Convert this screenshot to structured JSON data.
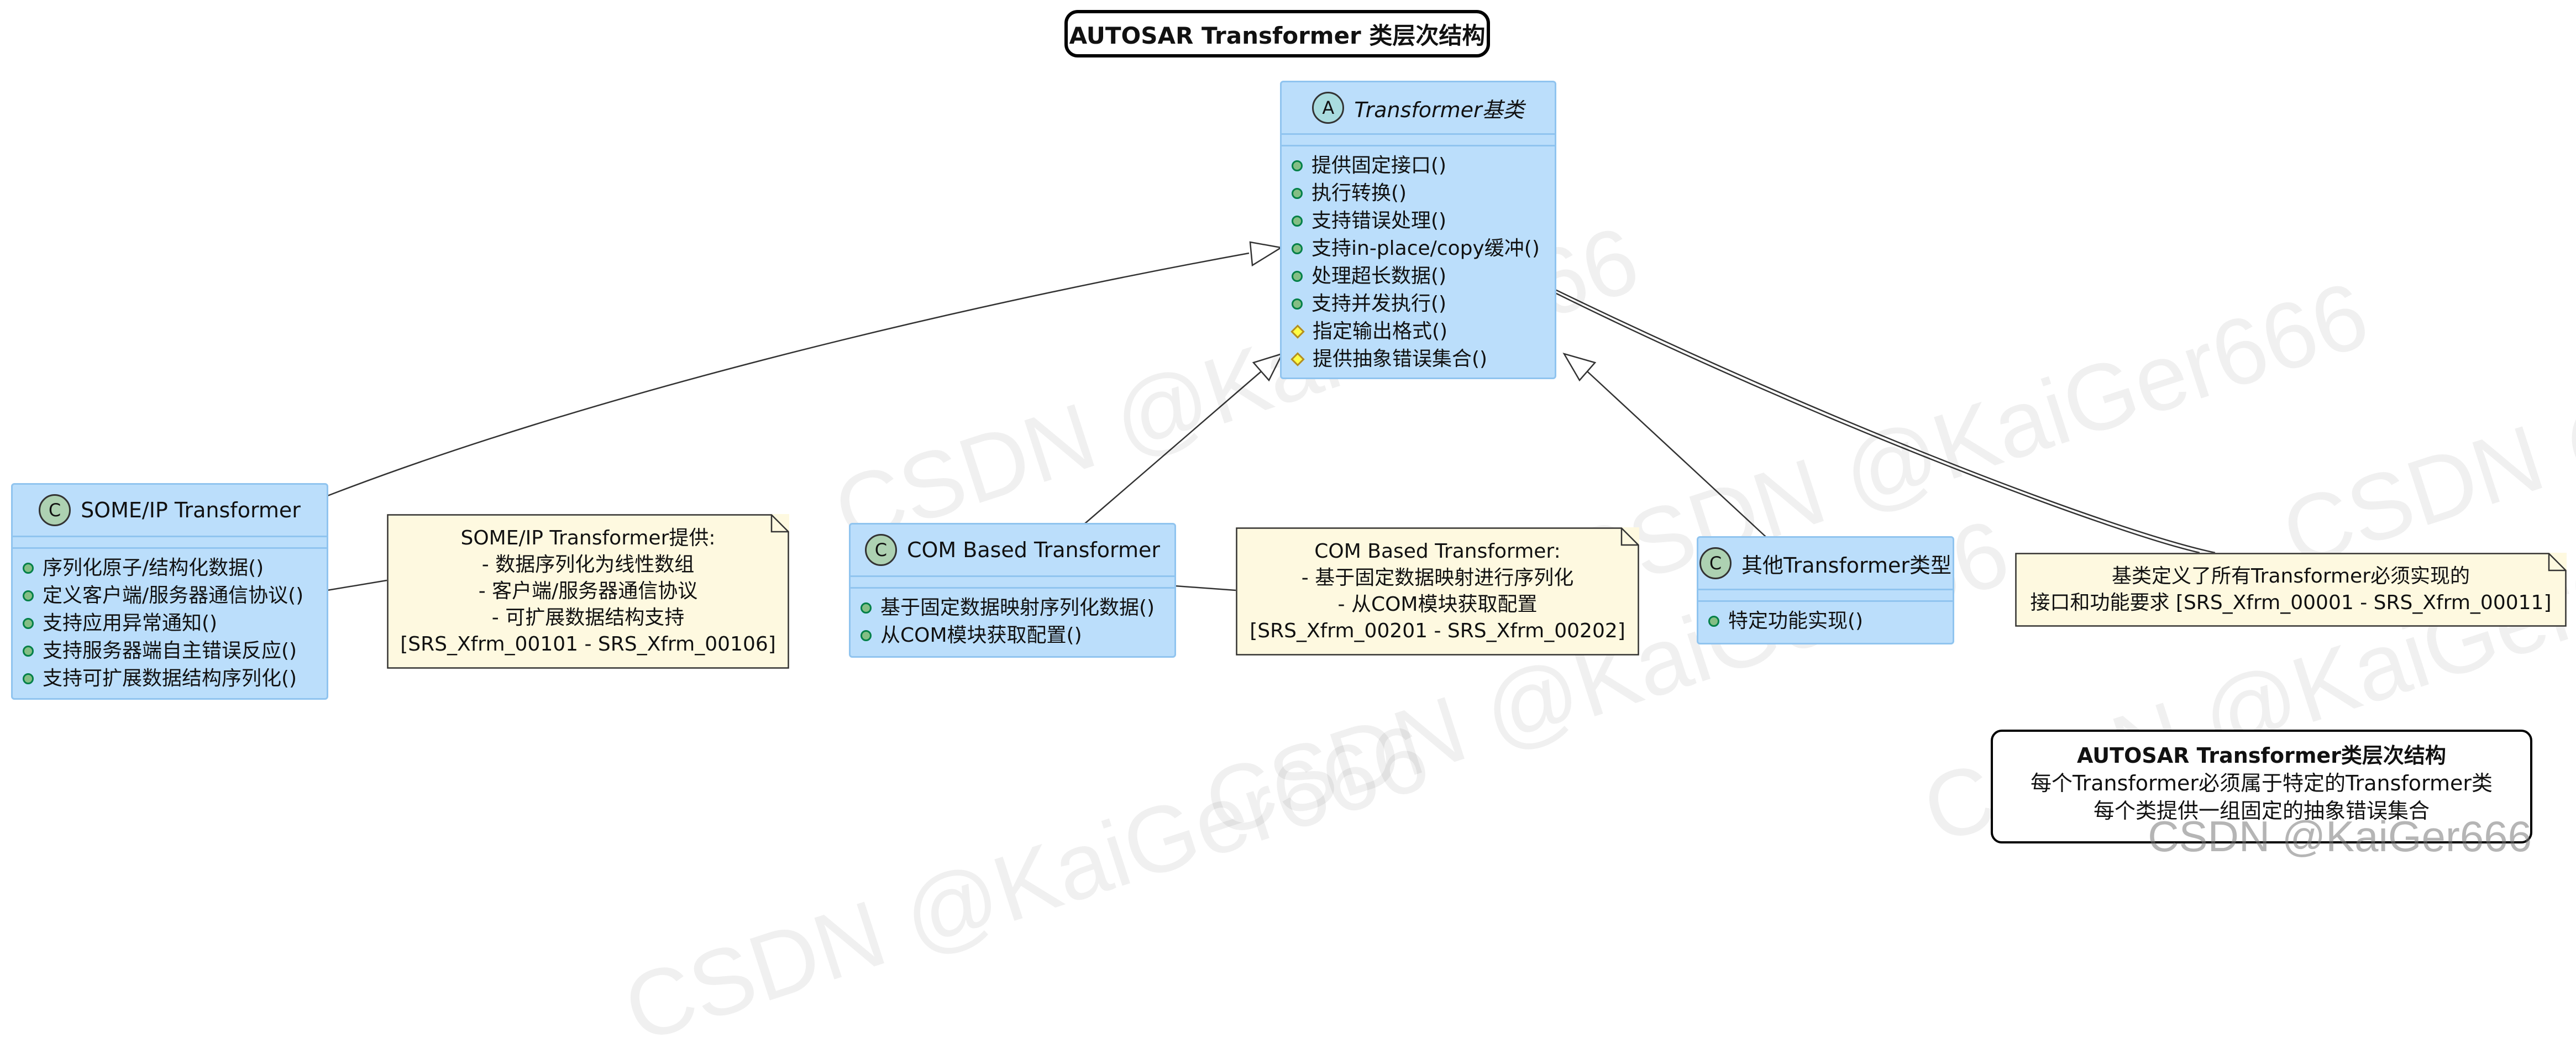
{
  "diagram": {
    "title": "AUTOSAR Transformer 类层次结构",
    "base_class": {
      "stereotype": "A",
      "name": "Transformer基类",
      "members": [
        {
          "vis": "public",
          "label": "提供固定接口()"
        },
        {
          "vis": "public",
          "label": "执行转换()"
        },
        {
          "vis": "public",
          "label": "支持错误处理()"
        },
        {
          "vis": "public",
          "label": "支持in-place/copy缓冲()"
        },
        {
          "vis": "public",
          "label": "处理超长数据()"
        },
        {
          "vis": "public",
          "label": "支持并发执行()"
        },
        {
          "vis": "protected",
          "label": "指定输出格式()"
        },
        {
          "vis": "protected",
          "label": "提供抽象错误集合()"
        }
      ]
    },
    "someip_class": {
      "stereotype": "C",
      "name": "SOME/IP Transformer",
      "members": [
        {
          "vis": "public",
          "label": "序列化原子/结构化数据()"
        },
        {
          "vis": "public",
          "label": "定义客户端/服务器通信协议()"
        },
        {
          "vis": "public",
          "label": "支持应用异常通知()"
        },
        {
          "vis": "public",
          "label": "支持服务器端自主错误反应()"
        },
        {
          "vis": "public",
          "label": "支持可扩展数据结构序列化()"
        }
      ]
    },
    "com_class": {
      "stereotype": "C",
      "name": "COM Based Transformer",
      "members": [
        {
          "vis": "public",
          "label": "基于固定数据映射序列化数据()"
        },
        {
          "vis": "public",
          "label": "从COM模块获取配置()"
        }
      ]
    },
    "other_class": {
      "stereotype": "C",
      "name": "其他Transformer类型",
      "members": [
        {
          "vis": "public",
          "label": "特定功能实现()"
        }
      ]
    },
    "notes": {
      "someip": [
        "SOME/IP Transformer提供:",
        "- 数据序列化为线性数组",
        "- 客户端/服务器通信协议",
        "- 可扩展数据结构支持",
        "[SRS_Xfrm_00101 - SRS_Xfrm_00106]"
      ],
      "com": [
        "COM Based Transformer:",
        "- 基于固定数据映射进行序列化",
        "- 从COM模块获取配置",
        "[SRS_Xfrm_00201 - SRS_Xfrm_00202]"
      ],
      "base": [
        "基类定义了所有Transformer必须实现的",
        "接口和功能要求 [SRS_Xfrm_00001 - SRS_Xfrm_00011]"
      ]
    },
    "legend": {
      "title": "AUTOSAR Transformer类层次结构",
      "lines": [
        "每个Transformer必须属于特定的Transformer类",
        "每个类提供一组固定的抽象错误集合"
      ]
    },
    "watermark": "CSDN @KaiGer666"
  },
  "colors": {
    "class_fill": "#bbdefb",
    "class_border": "#90c4ef",
    "note_fill": "#fef9e0",
    "line": "#333333"
  }
}
